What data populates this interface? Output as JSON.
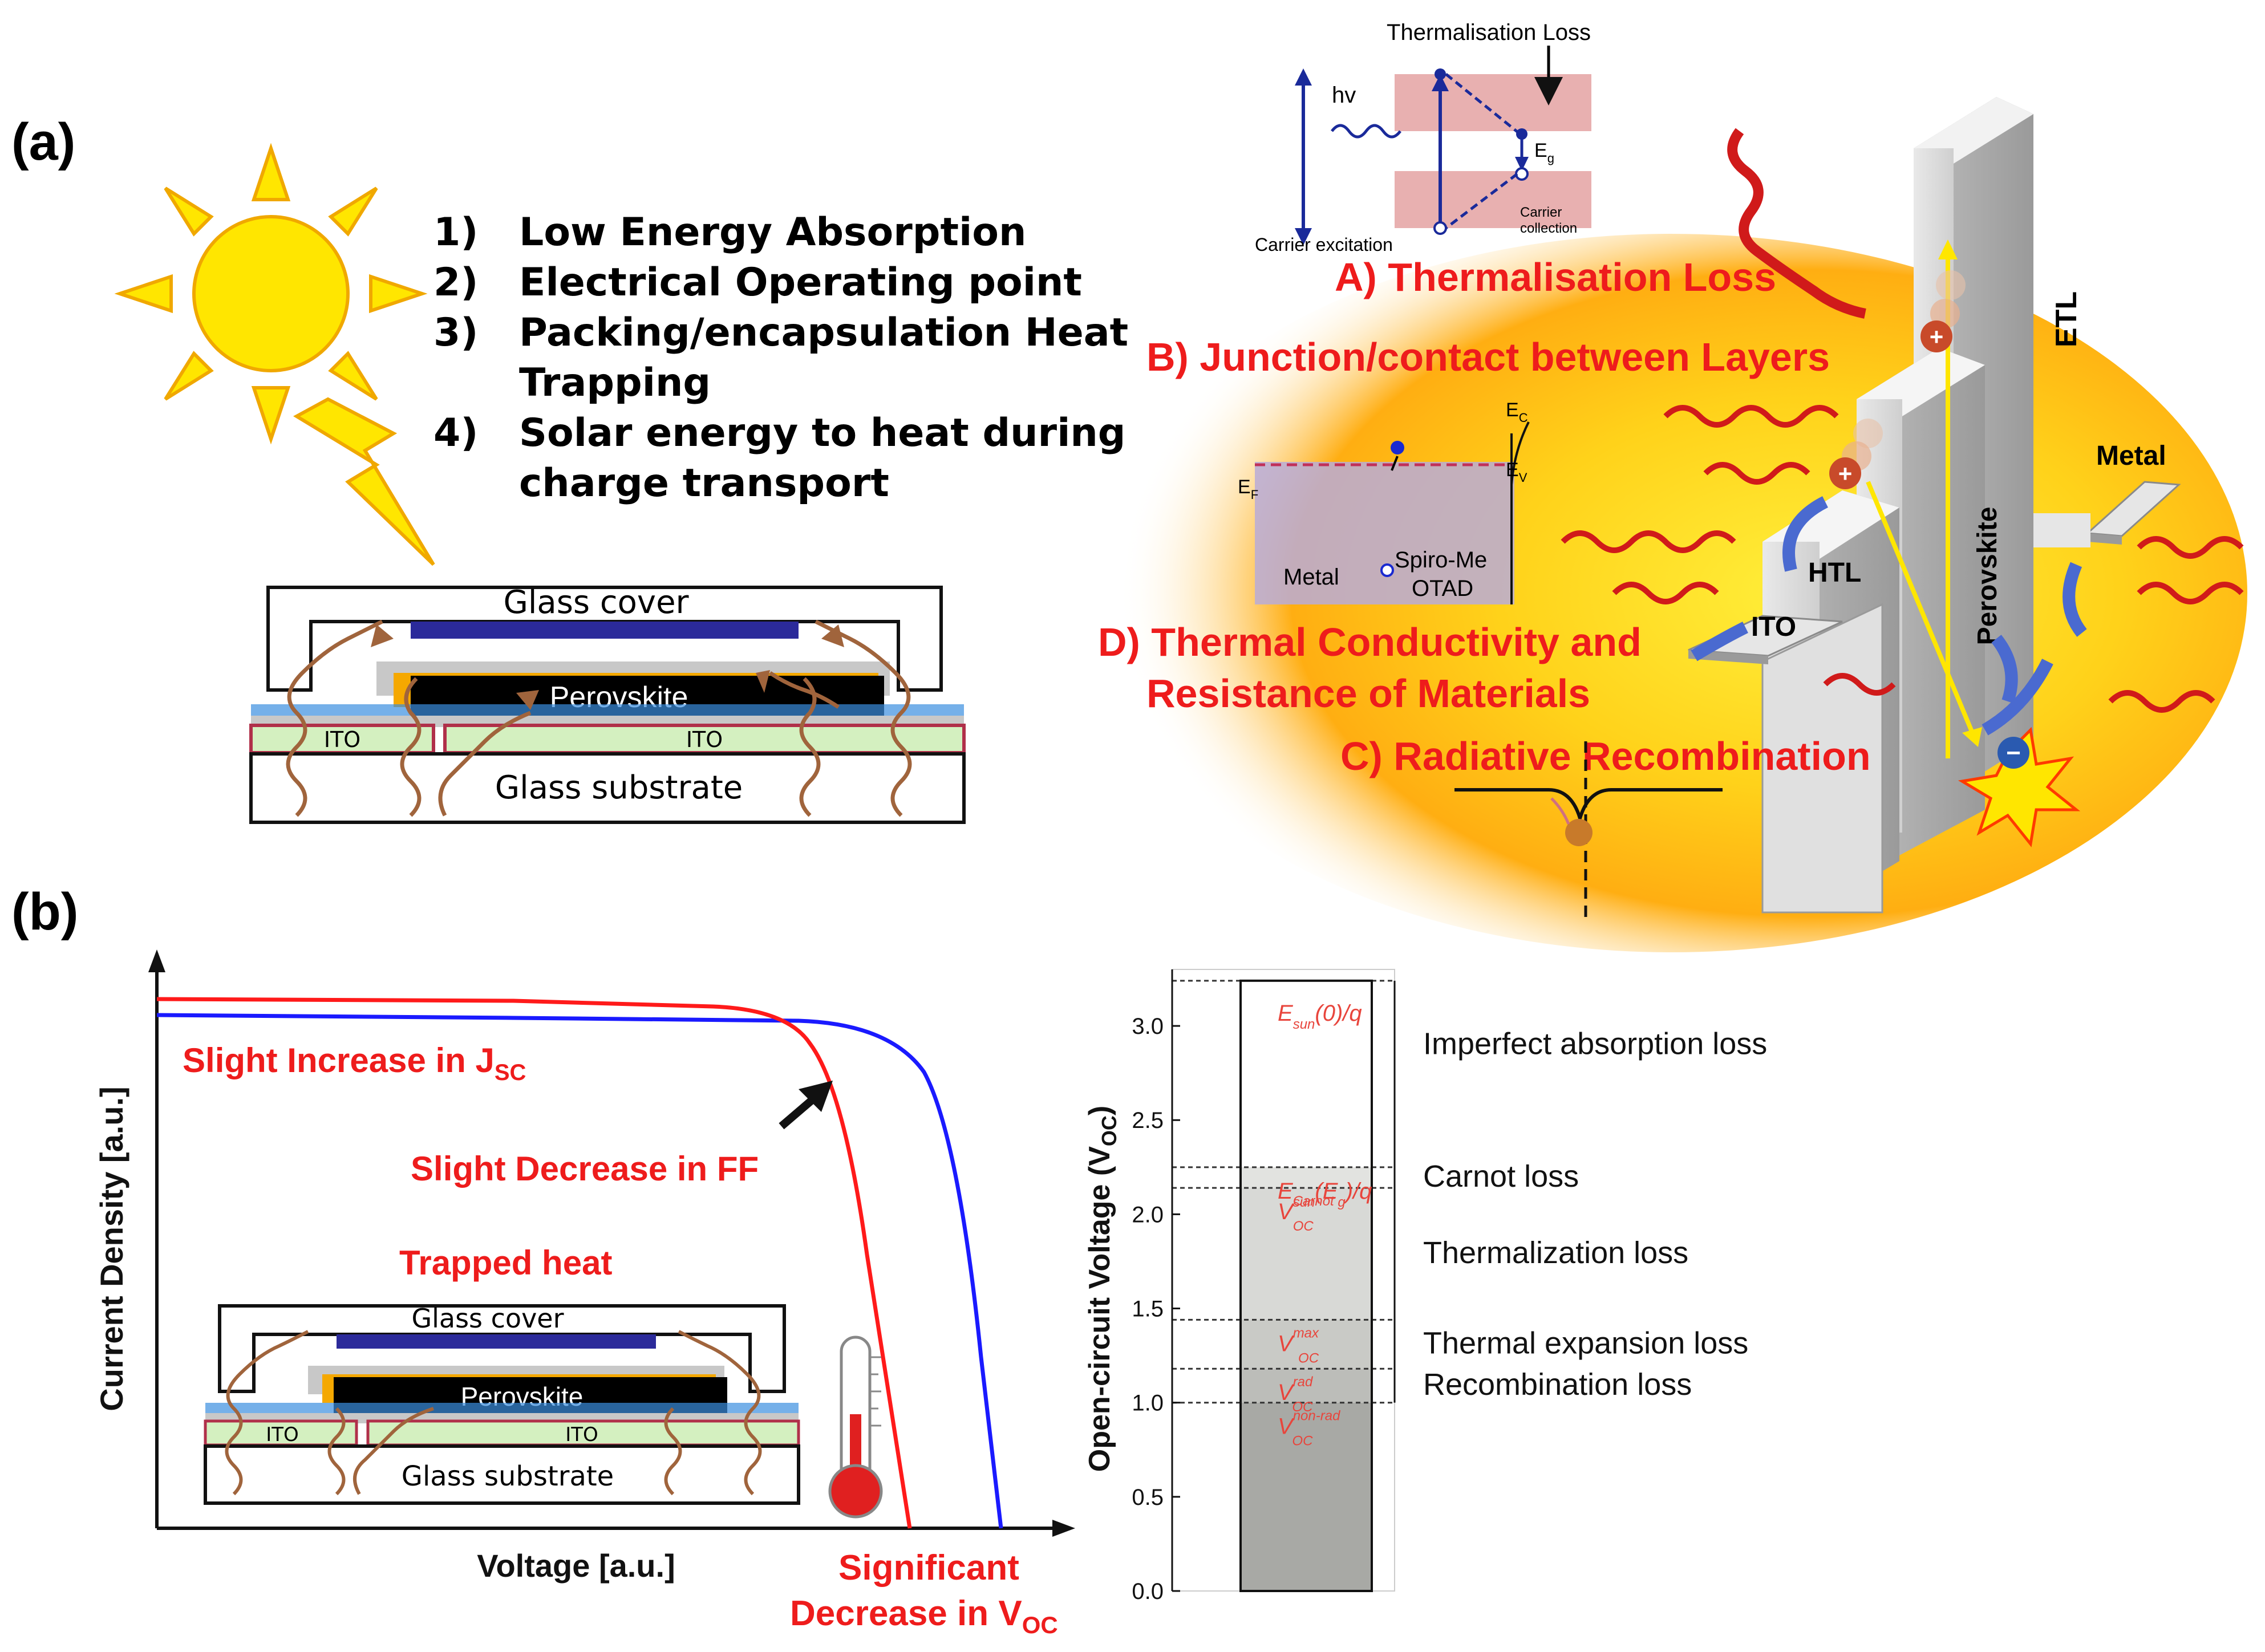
{
  "panel_a": {
    "label": "(a)",
    "list": [
      {
        "num": "1)",
        "text": "Low Energy Absorption"
      },
      {
        "num": "2)",
        "text": "Electrical Operating point"
      },
      {
        "num": "3)",
        "text": "Packing/encapsulation Heat"
      },
      {
        "num": "",
        "text": "Trapping"
      },
      {
        "num": "4)",
        "text": "Solar energy to heat during"
      },
      {
        "num": "",
        "text": "charge transport"
      }
    ],
    "device": {
      "glass_cover": "Glass cover",
      "perovskite": "Perovskite",
      "ito_left": "ITO",
      "ito_right": "ITO",
      "glass_substrate": "Glass substrate"
    },
    "band_inset": {
      "title": "Thermalisation Loss",
      "hv": "hv",
      "eg": "E",
      "eg_sub": "g",
      "carrier_excitation": "Carrier excitation",
      "carrier_collection_1": "Carrier",
      "carrier_collection_2": "collection"
    },
    "labels": {
      "A": "A) Thermalisation Loss",
      "B": "B) Junction/contact between Layers",
      "C": "C) Radiative Recombination",
      "D1": "D) Thermal Conductivity and",
      "D2": "Resistance of Materials"
    },
    "junction_inset": {
      "ec": "E",
      "ec_sub": "C",
      "ev": "E",
      "ev_sub": "V",
      "ef": "E",
      "ef_sub": "F",
      "metal": "Metal",
      "spiro1": "Spiro-Me",
      "spiro2": "OTAD"
    },
    "stack": {
      "etl": "ETL",
      "perovskite": "Perovskite",
      "htl": "HTL",
      "ito": "ITO",
      "metal": "Metal"
    }
  },
  "panel_b": {
    "label": "(b)",
    "jv": {
      "ylabel": "Current Density [a.u.]",
      "xlabel": "Voltage [a.u.]",
      "jsc_text": "Slight Increase in J",
      "jsc_sub": "SC",
      "ff_text": "Slight Decrease in FF",
      "trapped": "Trapped heat",
      "voc1": "Significant",
      "voc2": "Decrease in V",
      "voc_sub": "OC",
      "device": {
        "glass_cover": "Glass cover",
        "perovskite": "Perovskite",
        "ito_left": "ITO",
        "ito_right": "ITO",
        "glass_substrate": "Glass substrate"
      }
    }
  },
  "chart_data": {
    "type": "bar",
    "ylabel": "Open-circuit Voltage (V",
    "ylabel_sub": "OC",
    "ylabel_end": ")",
    "ylim": [
      0.0,
      3.2
    ],
    "yticks": [
      0.0,
      0.5,
      1.0,
      1.5,
      2.0,
      2.5,
      3.0
    ],
    "levels": [
      {
        "value": 3.24,
        "label": "E",
        "label_sub": "sun",
        "label_tail": "(0)/q",
        "loss": "Imperfect absorption loss",
        "fill": "#ffffff"
      },
      {
        "value": 2.25,
        "label": "E",
        "label_sub": "sun",
        "label_tail": "(E",
        "label_tail_sub": "g",
        "label_end": ")/q",
        "loss": "Carnot loss",
        "fill": "#e2e3e0"
      },
      {
        "value": 2.14,
        "label": "V",
        "label_sub": "OC",
        "label_sup": "Carnot",
        "loss": "Thermalization loss",
        "fill": "#d8d9d6"
      },
      {
        "value": 1.44,
        "label": "V",
        "label_sub": "OC",
        "label_sup": "max",
        "loss": "Thermal expansion loss",
        "fill": "#c9cac6"
      },
      {
        "value": 1.18,
        "label": "V",
        "label_sub": "OC",
        "label_sup": "rad",
        "loss": "Recombination loss",
        "fill": "#bcbdb9"
      },
      {
        "value": 1.0,
        "label": "V",
        "label_sub": "OC",
        "label_sup": "non-rad",
        "loss": "",
        "fill": "#a8a9a5"
      }
    ],
    "colors": {
      "label": "#e8453c",
      "bar_dark": "#a8a9a5"
    }
  },
  "colors": {
    "red": "#ee1c1c",
    "blue_curve": "#1a1aff",
    "red_curve": "#ff1a1a",
    "perovskite": "#000000",
    "ito": "#d4f0c0",
    "ito_border": "#b0304a",
    "heat_wave": "#a0643c",
    "sun": "#ffe600"
  }
}
